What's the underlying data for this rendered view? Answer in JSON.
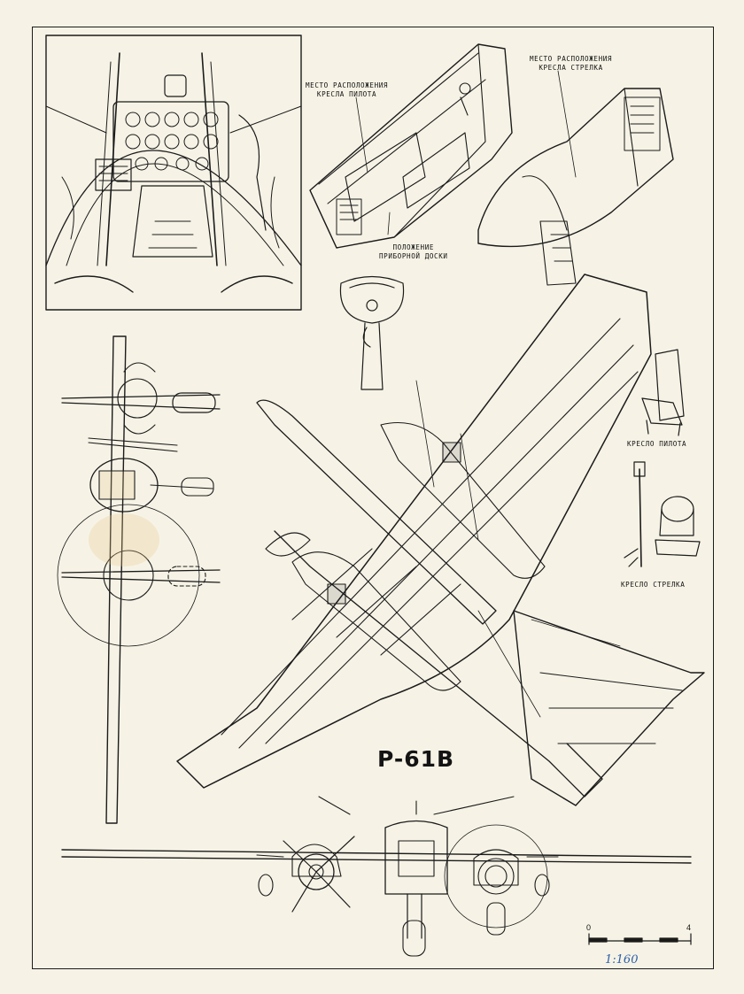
{
  "drawing": {
    "title": "P-61B",
    "labels": {
      "pilot_seat_location": [
        "МЕСТО РАСПОЛОЖЕНИЯ",
        "КРЕСЛА ПИЛОТА"
      ],
      "gunner_seat_location": [
        "МЕСТО РАСПОЛОЖЕНИЯ",
        "КРЕСЛА СТРЕЛКА"
      ],
      "instrument_panel_position": [
        "ПОЛОЖЕНИЕ",
        "ПРИБОРНОЙ ДОСКИ"
      ],
      "pilot_seat": "КРЕСЛО ПИЛОТА",
      "gunner_seat": "КРЕСЛО СТРЕЛКА"
    },
    "scale": {
      "start": "0",
      "end": "4",
      "handwritten_ratio": "1:160"
    },
    "colors": {
      "ink": "#1b1b1b",
      "paper": "#f6f3e6",
      "pen": "#2c5ea8",
      "stain": "#e9c98a"
    }
  }
}
